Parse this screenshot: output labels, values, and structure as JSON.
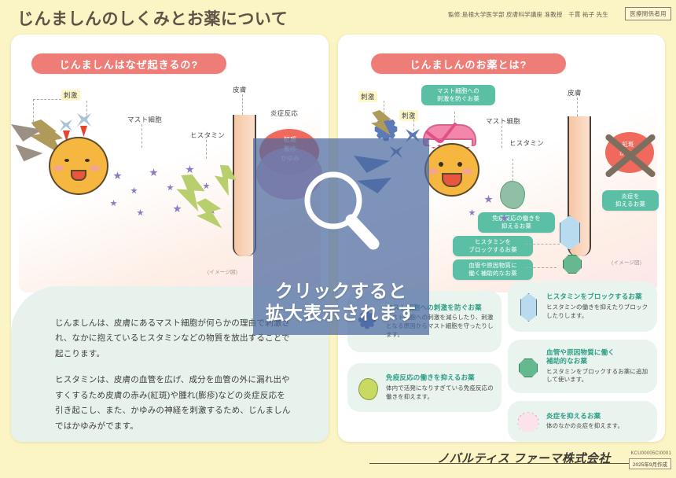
{
  "header": {
    "title": "じんましんのしくみとお薬について",
    "supervisor": "監修:島根大学医学部 皮膚科学講座 准教授　千貫 祐子 先生",
    "audience_badge": "医療関係者用"
  },
  "left_panel": {
    "heading": "じんましんはなぜ起きるの?",
    "diagram_labels": {
      "stimulus": "刺激",
      "mast_cell": "マスト細胞",
      "histamine": "ヒスタミン",
      "skin": "皮膚",
      "inflammation": "炎症反応",
      "symptom_1": "紅斑",
      "symptom_2": "膨疹",
      "symptom_3": "かゆみ",
      "image_note": "(イメージ図)"
    },
    "body": [
      "じんましんは、皮膚にあるマスト細胞が何らかの理由で刺激され、なかに抱えているヒスタミンなどの物質を放出することで起こります。",
      "ヒスタミンは、皮膚の血管を広げ、成分を血管の外に漏れ出やすくするため皮膚の赤み(紅斑)や腫れ(膨疹)などの炎症反応を引き起こし、また、かゆみの神経を刺激するため、じんましんではかゆみがでます。"
    ]
  },
  "right_panel": {
    "heading": "じんましんのお薬とは?",
    "diagram_labels": {
      "stimulus_1": "刺激",
      "stimulus_2": "刺激",
      "mast_cell": "マスト細胞",
      "histamine": "ヒスタミン",
      "skin": "皮膚",
      "image_note": "(イメージ図)",
      "symptom_1": "紅斑",
      "symptom_2": "膨疹",
      "symptom_3": "かゆみ"
    },
    "diagram_badges": [
      "マスト細胞への\n刺激を防ぐお薬",
      "ヒスタミンを\nブロックするお薬",
      "血管や原因物質に\n働く補助的なお薬",
      "炎症を\n抑えるお薬",
      "免疫反応の働きを\n抑えるお薬"
    ],
    "cards": [
      {
        "icon": "gear-shape-icon",
        "title": "マスト細胞への刺激を防ぐお薬",
        "desc": "マスト細胞への刺激を減らしたり、刺激となる原因からマスト細胞を守ったりします。"
      },
      {
        "icon": "blob-shape-icon",
        "title": "免疫反応の働きを抑えるお薬",
        "desc": "体内で活発になりすぎている免疫反応の働きを抑えます。"
      },
      {
        "icon": "hexagon-shape-icon",
        "title": "ヒスタミンをブロックするお薬",
        "desc": "ヒスタミンの働きを抑えたりブロックしたりします。"
      },
      {
        "icon": "octagon-shape-icon",
        "title": "血管や原因物質に働く\n補助的なお薬",
        "desc": "ヒスタミンをブロックするお薬に追加して使います。"
      },
      {
        "icon": "flower-shape-icon",
        "title": "炎症を抑えるお薬",
        "desc": "体のなかの炎症を抑えます。"
      }
    ]
  },
  "overlay": {
    "icon": "magnifier-icon",
    "line1": "クリックすると",
    "line2": "拡大表示されます"
  },
  "footer": {
    "company": "ノバルティス ファーマ株式会社",
    "code": "KCU00005CI0001",
    "date": "2025年9月作成"
  },
  "colors": {
    "page_bg": "#fbf4c4",
    "pill": "#ef7d77",
    "teal": "#5bbfa6",
    "card_bg": "#e9f4ee",
    "left_body_bg": "#e8f2ec",
    "overlay": "#4c6aa0"
  }
}
